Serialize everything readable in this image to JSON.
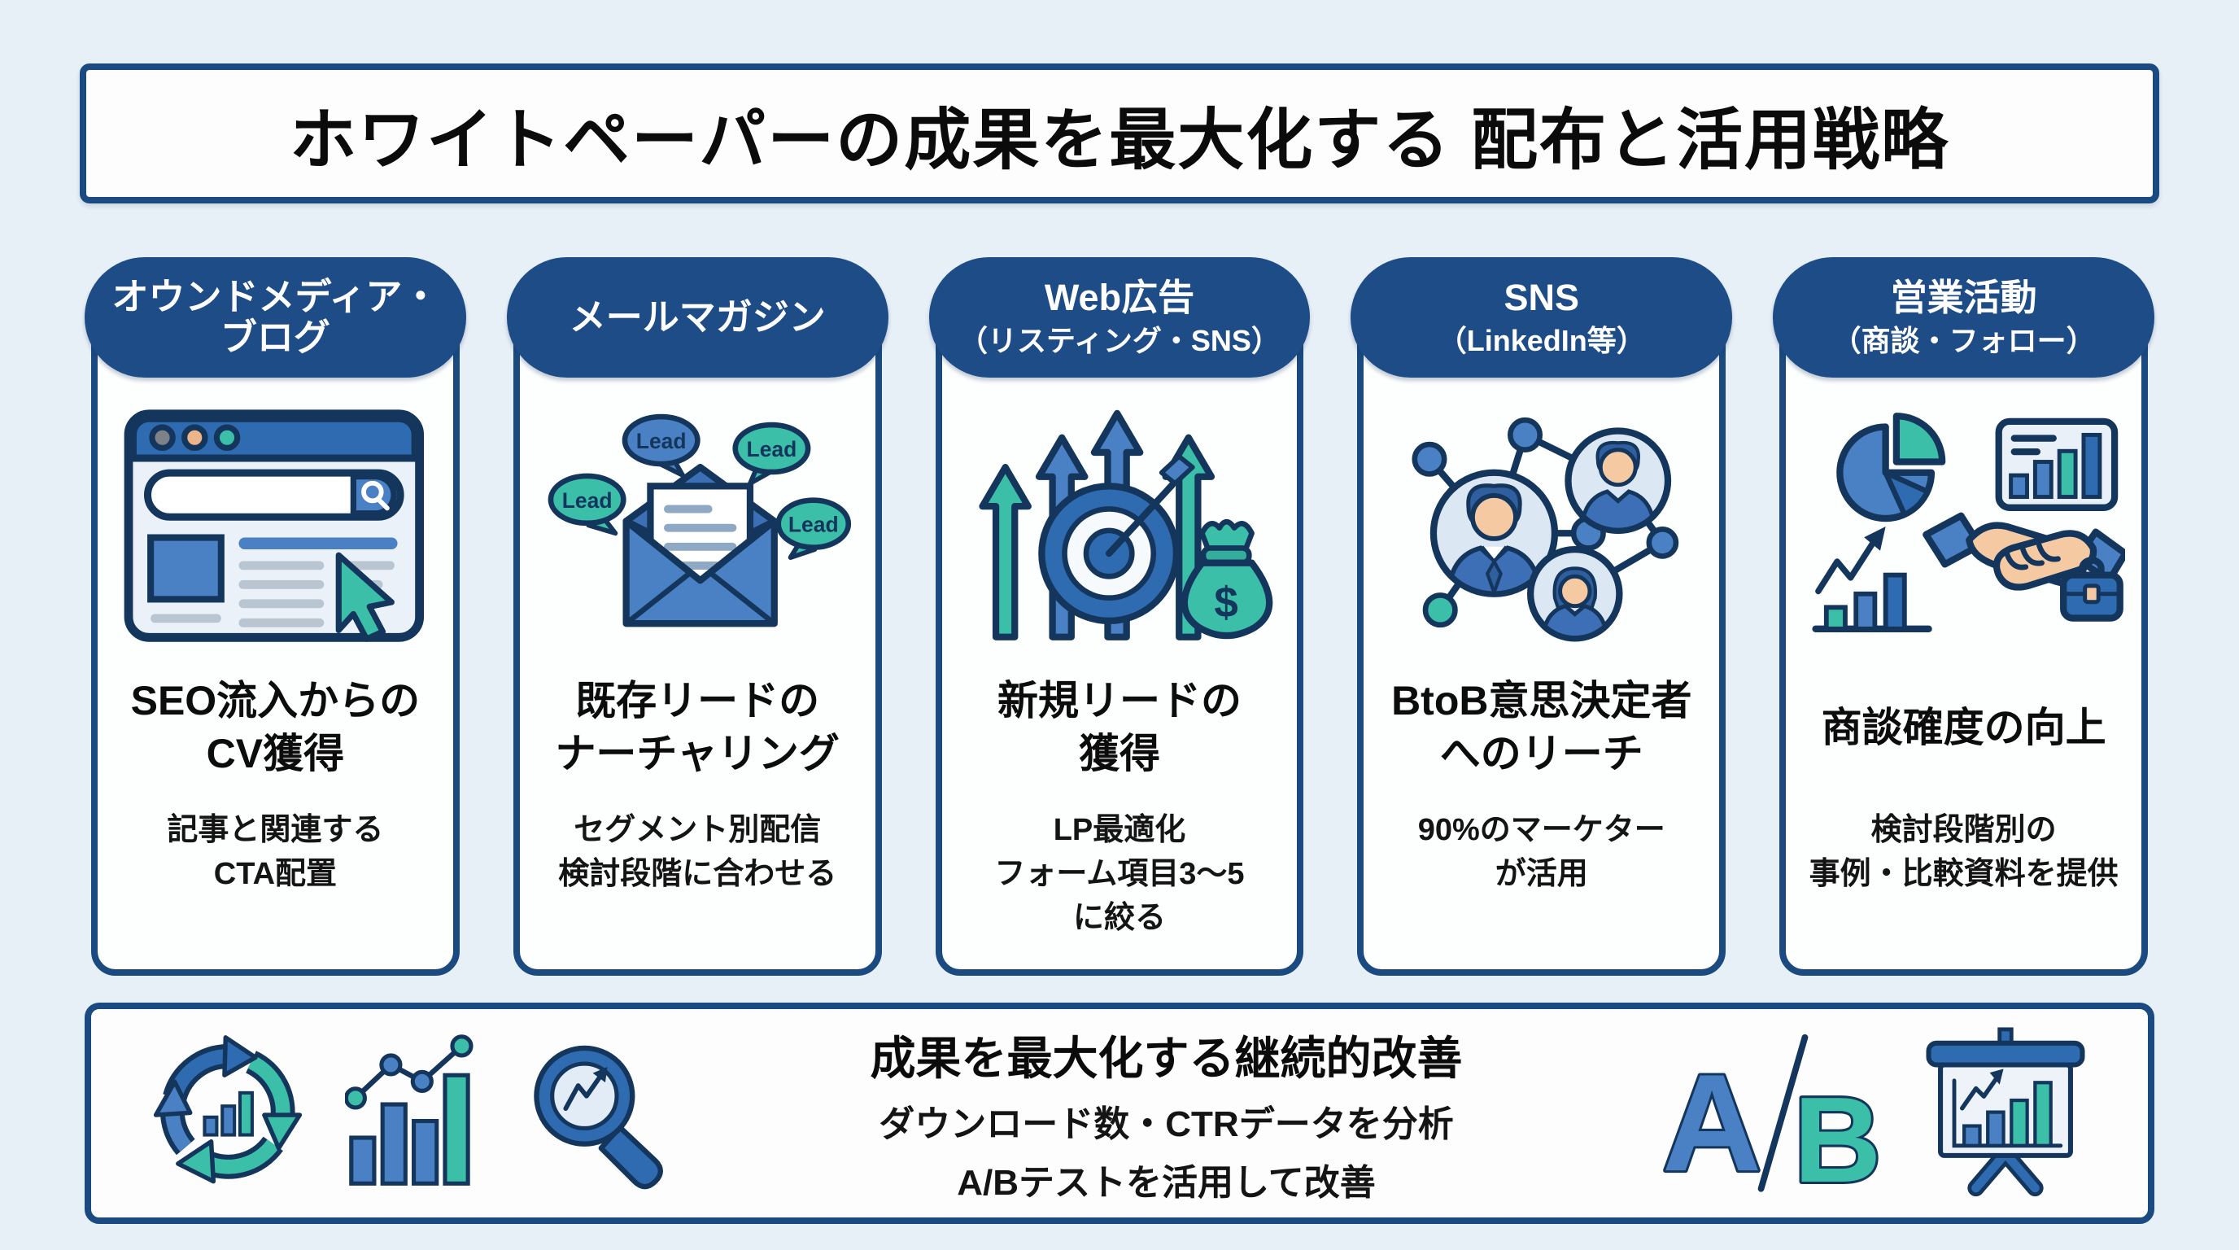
{
  "colors": {
    "navy_border": "#1a4a80",
    "pill_bg": "#1d4c87",
    "icon_outline": "#14365c",
    "blue": "#4a80c4",
    "mid_blue": "#2f6bb0",
    "teal": "#3bbfa9",
    "skin": "#f5c9a2",
    "page_bg": "#e7eff7"
  },
  "title": "ホワイトペーパーの成果を最大化する 配布と活用戦略",
  "columns": [
    {
      "header": [
        "オウンドメディア・",
        "ブログ"
      ],
      "icon": "browser-search",
      "heading": [
        "SEO流入からの",
        "CV獲得"
      ],
      "detail": [
        "記事と関連する",
        "CTA配置"
      ]
    },
    {
      "header": [
        "メールマガジン"
      ],
      "icon": "email-leads",
      "heading": [
        "既存リードの",
        "ナーチャリング"
      ],
      "detail": [
        "セグメント別配信",
        "検討段階に合わせる"
      ]
    },
    {
      "header": [
        "Web広告",
        "（リスティング・SNS）"
      ],
      "icon": "target-growth-arrows",
      "heading": [
        "新規リードの",
        "獲得"
      ],
      "detail": [
        "LP最適化",
        "フォーム項目3〜5",
        "に絞る"
      ]
    },
    {
      "header": [
        "SNS",
        "（LinkedIn等）"
      ],
      "icon": "people-network",
      "heading": [
        "BtoB意思決定者",
        "へのリーチ"
      ],
      "detail": [
        "90%のマーケター",
        "が活用"
      ]
    },
    {
      "header": [
        "営業活動",
        "（商談・フォロー）"
      ],
      "icon": "sales-handshake-charts",
      "heading": [
        "商談確度の向上"
      ],
      "detail": [
        "検討段階別の",
        "事例・比較資料を提供"
      ]
    }
  ],
  "footer": {
    "title": "成果を最大化する継続的改善",
    "lines": [
      "ダウンロード数・CTRデータを分析",
      "A/Bテストを活用して改善"
    ],
    "ab": {
      "a": "A",
      "b": "B"
    }
  },
  "icon_labels": {
    "lead": "Lead",
    "dollar": "$"
  }
}
